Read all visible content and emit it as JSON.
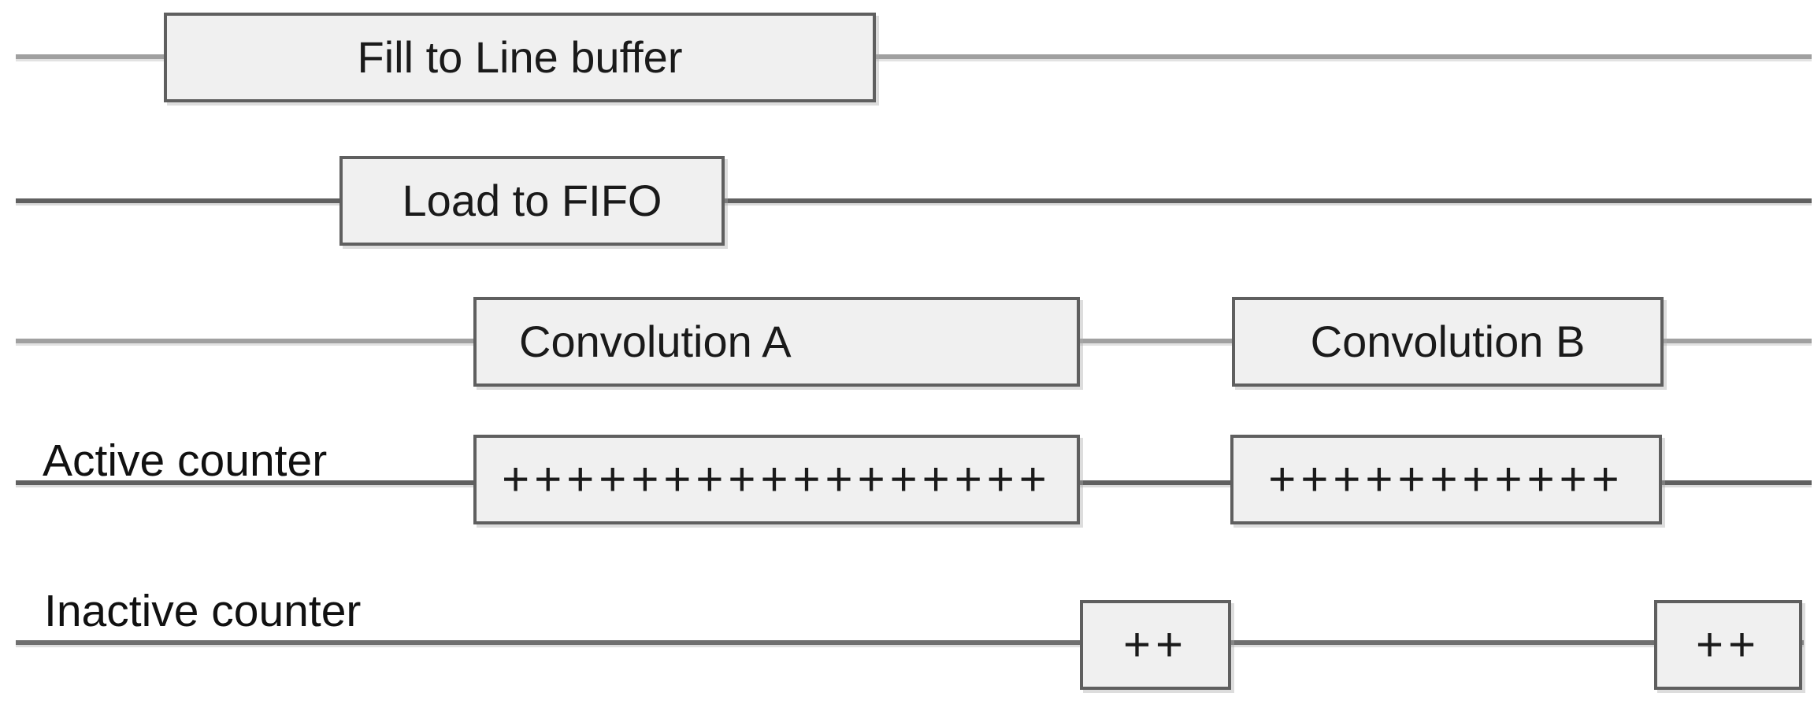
{
  "diagram": {
    "description_rows": [
      {
        "name": "fill-to-line-buffer",
        "label": "",
        "boxes": [
          {
            "text": "Fill to Line buffer"
          }
        ]
      },
      {
        "name": "load-to-fifo",
        "label": "",
        "boxes": [
          {
            "text": "Load to FIFO"
          }
        ]
      },
      {
        "name": "convolution",
        "label": "",
        "boxes": [
          {
            "text": "Convolution A"
          },
          {
            "text": "Convolution B"
          }
        ]
      },
      {
        "name": "active-counter",
        "label": "Active counter",
        "boxes": [
          {
            "text": "+++++++++++++++++"
          },
          {
            "text": "+++++++++++"
          }
        ]
      },
      {
        "name": "inactive-counter",
        "label": "Inactive counter",
        "boxes": [
          {
            "text": "++"
          },
          {
            "text": "++"
          }
        ]
      }
    ],
    "counts": {
      "active_counter_increments_a": 17,
      "active_counter_increments_b": 11,
      "inactive_counter_increments_1": 2,
      "inactive_counter_increments_2": 2
    },
    "colors": {
      "box_fill": "#f0f0f0",
      "box_border": "#5f5f5f",
      "line_light": "#a0a0a0",
      "line_dark": "#606060",
      "text": "#1a1a1a",
      "background": "#ffffff"
    }
  }
}
